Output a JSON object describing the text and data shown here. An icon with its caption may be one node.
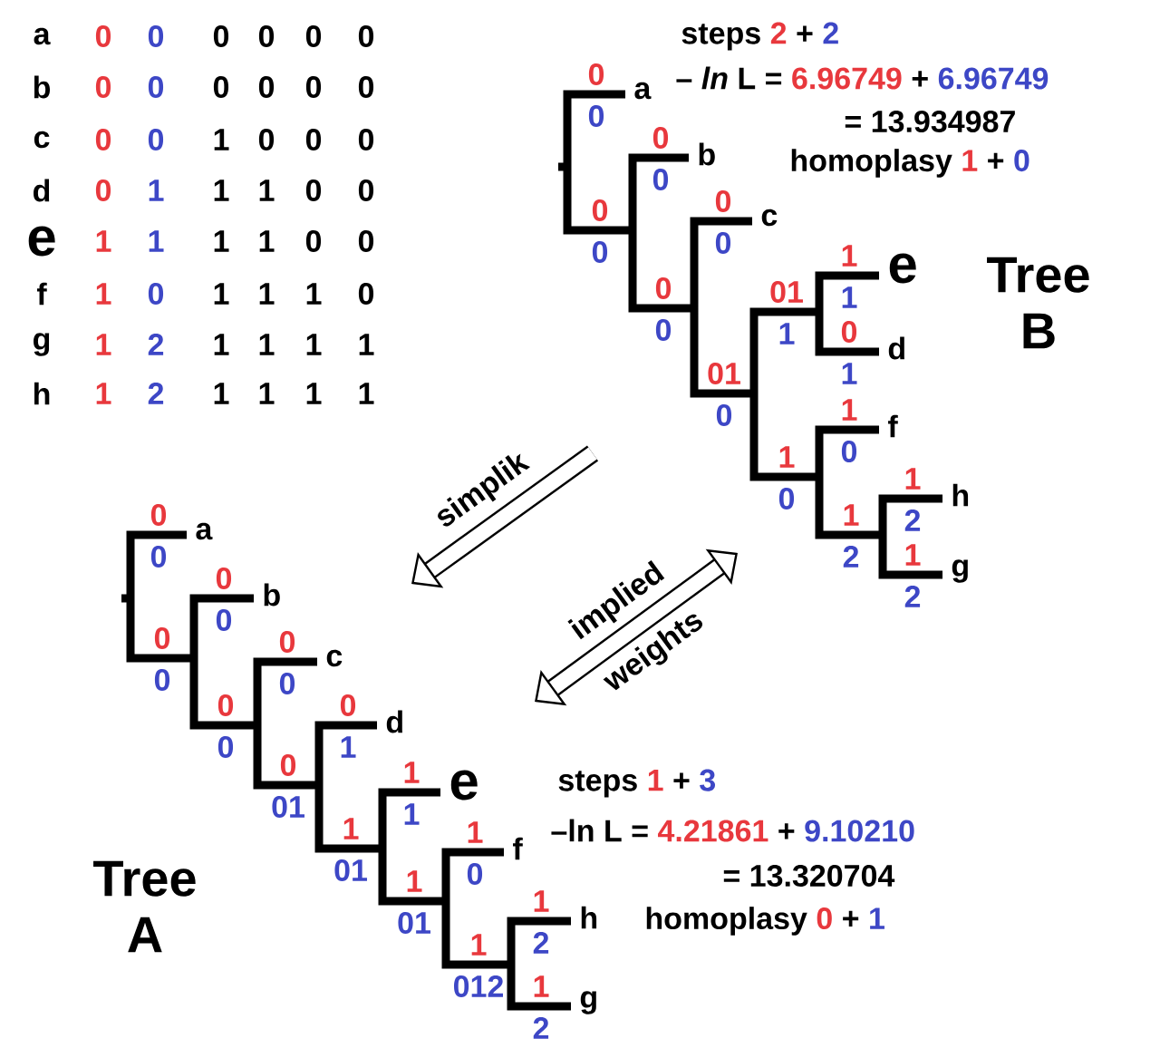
{
  "diagram": {
    "nodes": [
      {
        "text": [
          "Tree B"
        ]
      },
      {
        "text": [
          "Tree A"
        ]
      }
    ],
    "edges": [
      {
        "from": 0,
        "to": 1,
        "arrow": "to",
        "label": "simplik"
      },
      {
        "from": 0,
        "to": 1,
        "arrow": "both",
        "label": "implied weights"
      }
    ],
    "labels": [
      "a",
      "0",
      "0",
      "0",
      "0",
      "0",
      "0",
      "b",
      "0",
      "0",
      "0",
      "0",
      "0",
      "0",
      "c",
      "0",
      "0",
      "1",
      "0",
      "0",
      "0",
      "d",
      "0",
      "1",
      "1",
      "1",
      "0",
      "0",
      "e",
      "1",
      "1",
      "1",
      "1",
      "0",
      "0",
      "f",
      "1",
      "0",
      "1",
      "1",
      "1",
      "0",
      "g",
      "1",
      "2",
      "1",
      "1",
      "1",
      "1",
      "h",
      "1",
      "2",
      "1",
      "1",
      "1",
      "1",
      "steps",
      "2",
      "+",
      "2",
      "– *ln* L =",
      "6.96749",
      "+",
      "6.96749",
      "= 13.934987",
      "homoplasy",
      "1",
      "+",
      "0",
      "0",
      "0",
      "a",
      "0",
      "0",
      "0",
      "0",
      "b",
      "0",
      "0",
      "0",
      "0",
      "c",
      "01",
      "0",
      "01",
      "1",
      "1",
      "1",
      "e",
      "0",
      "1",
      "d",
      "1",
      "0",
      "1",
      "0",
      "f",
      "1",
      "2",
      "1",
      "2",
      "h",
      "1",
      "2",
      "g",
      "0",
      "0",
      "a",
      "0",
      "0",
      "0",
      "0",
      "b",
      "0",
      "0",
      "0",
      "0",
      "c",
      "0",
      "01",
      "0",
      "1",
      "d",
      "1",
      "01",
      "1",
      "1",
      "e",
      "1",
      "01",
      "1",
      "0",
      "f",
      "1",
      "012",
      "1",
      "2",
      "h",
      "1",
      "2",
      "g",
      "steps",
      "1",
      "+",
      "3",
      "–ln L =",
      "4.21861",
      "+",
      "9.10210",
      "= 13.320704",
      "homoplasy",
      "0",
      "+",
      "1"
    ]
  }
}
